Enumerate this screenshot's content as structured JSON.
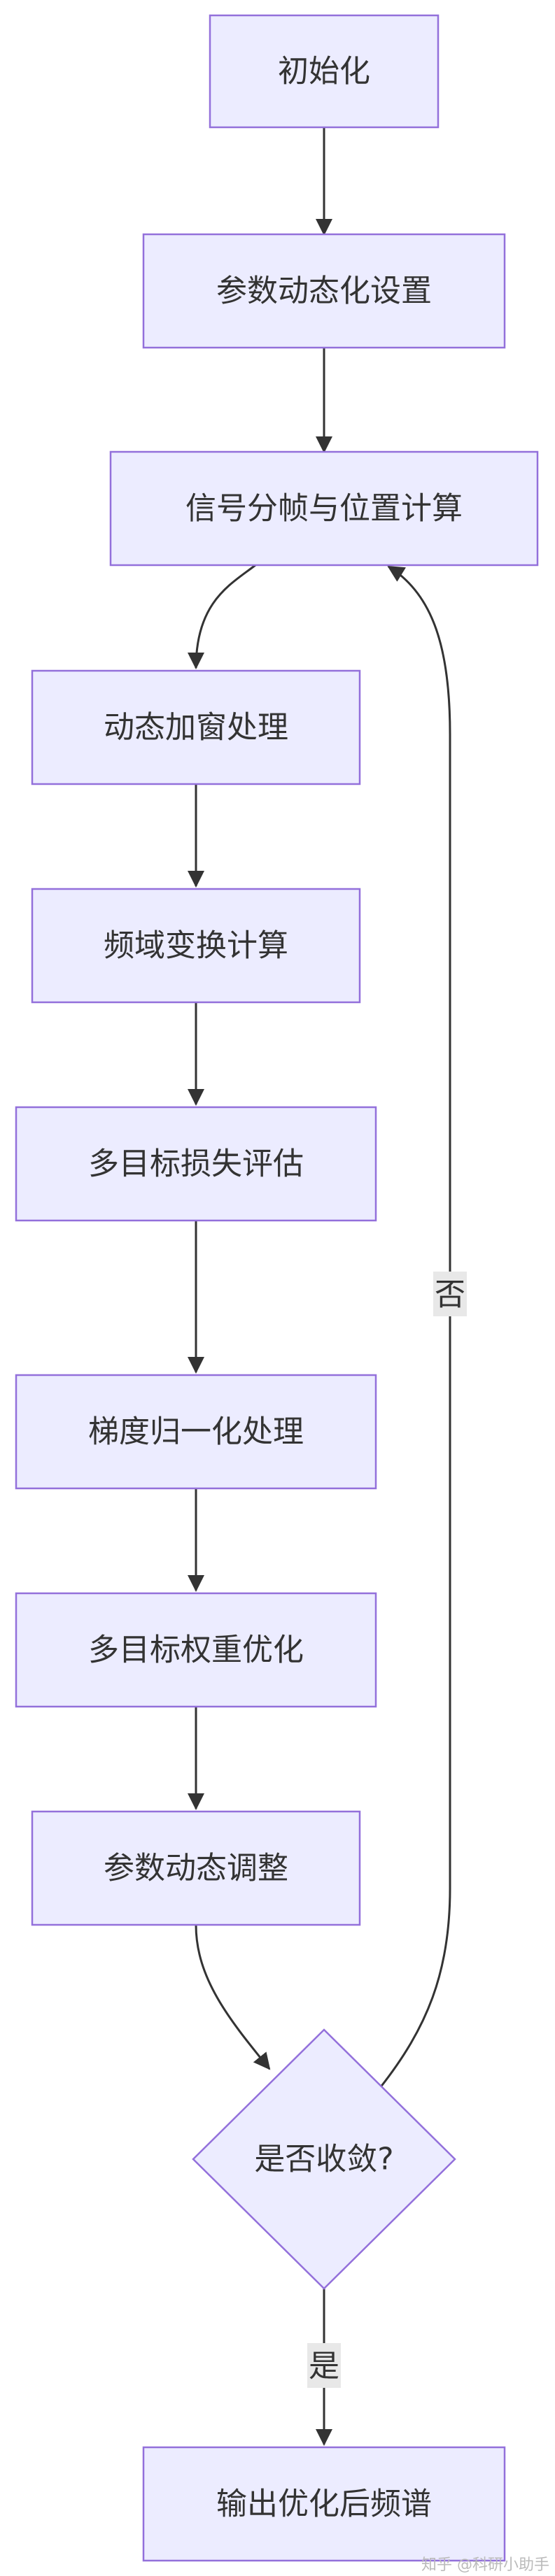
{
  "diagram": {
    "nodes": {
      "init": "初始化",
      "param_setup": "参数动态化设置",
      "framing": "信号分帧与位置计算",
      "windowing": "动态加窗处理",
      "freq_transform": "频域变换计算",
      "loss_eval": "多目标损失评估",
      "grad_norm": "梯度归一化处理",
      "weight_opt": "多目标权重优化",
      "param_adjust": "参数动态调整",
      "converged": "是否收敛?",
      "output": "输出优化后频谱"
    },
    "edges": {
      "no_label": "否",
      "yes_label": "是"
    }
  },
  "watermark": "知乎 @科研小助手",
  "colors": {
    "node_fill": "#ececff",
    "node_stroke": "#9370db",
    "edge": "#333333",
    "label_bg": "#e8e8e8"
  }
}
